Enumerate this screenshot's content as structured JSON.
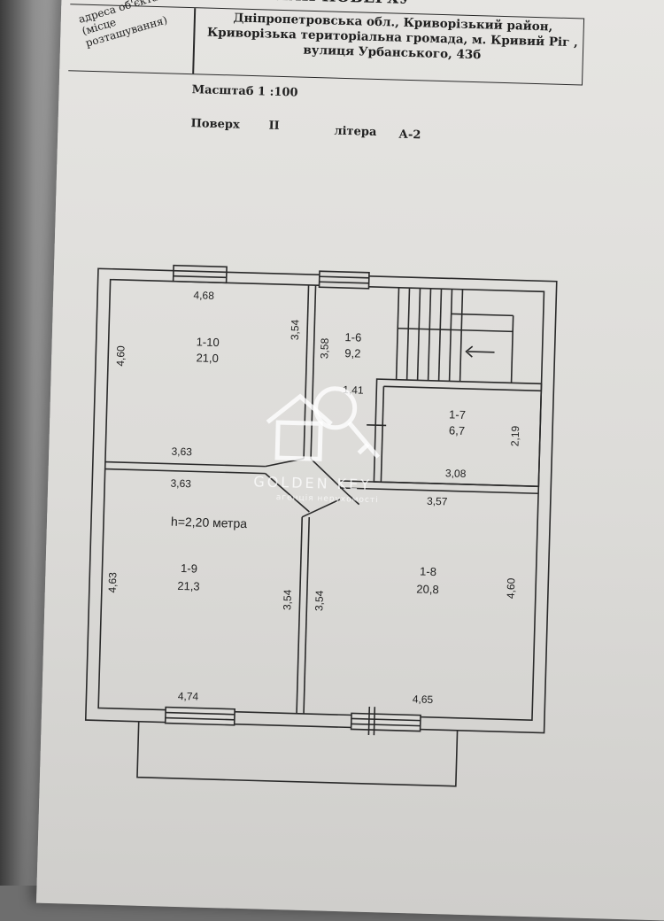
{
  "document": {
    "title": "ПЛАН ПОВЕРХУ",
    "address_label": "адреса об'єкта (місце розташування)",
    "address_lines": [
      "Дніпропетровська обл., Криворізький район,",
      "Криворізька територіальна громада, м. Кривий Ріг ,",
      "вулиця Урбанського, 43б"
    ],
    "scale_label": "Масштаб 1 :100",
    "floor_label": "Поверх",
    "floor_value": "II",
    "letter_label": "літера",
    "letter_value": "А-2"
  },
  "plan": {
    "height_note": "h=2,20 метра",
    "rooms": [
      {
        "id": "1-10",
        "area": "21,0"
      },
      {
        "id": "1-6",
        "area": "9,2"
      },
      {
        "id": "1-7",
        "area": "6,7"
      },
      {
        "id": "1-9",
        "area": "21,3"
      },
      {
        "id": "1-8",
        "area": "20,8"
      }
    ],
    "dimensions": {
      "top_left": "4,68",
      "left_upper": "4,60",
      "r110_right": "3,54",
      "r16_left": "3,58",
      "r16_bottom": "1,41",
      "r17_right": "2,19",
      "r110_bottom": "3,63",
      "r19_top": "3,63",
      "r17_bottom": "3,08",
      "r18_top": "3,57",
      "left_lower": "4,63",
      "r19_right": "3,54",
      "r18_left": "3,54",
      "right_lower": "4,60",
      "bottom_left": "4,74",
      "bottom_right": "4,65"
    }
  },
  "watermark": {
    "brand": "GOLDEN KEY",
    "tagline": "агенція нерухомості"
  }
}
